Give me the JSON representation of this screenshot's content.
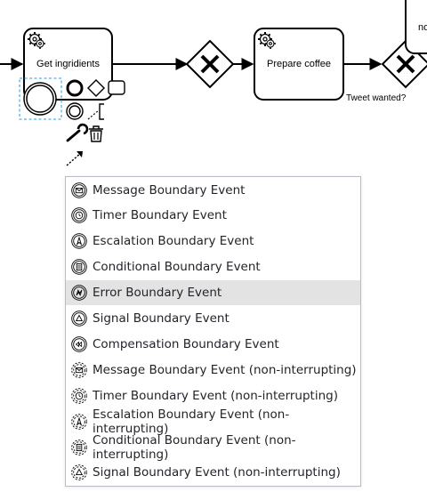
{
  "diagram": {
    "task_get_ingredients": "Get ingridients",
    "task_prepare_coffee": "Prepare coffee",
    "task_partial": "no",
    "flow_label_tweet": "Tweet wanted?"
  },
  "context_pad": {
    "tools": [
      "end-event-icon",
      "gateway-icon",
      "task-icon",
      "intermediate-event-icon",
      "text-annotation-icon",
      "wrench-icon",
      "trash-icon",
      "connect-icon"
    ]
  },
  "popup_menu": {
    "items": [
      {
        "label": "Message Boundary Event",
        "icon": "message-event-icon",
        "interrupting": true
      },
      {
        "label": "Timer Boundary Event",
        "icon": "timer-event-icon",
        "interrupting": true
      },
      {
        "label": "Escalation Boundary Event",
        "icon": "escalation-event-icon",
        "interrupting": true
      },
      {
        "label": "Conditional Boundary Event",
        "icon": "conditional-event-icon",
        "interrupting": true
      },
      {
        "label": "Error Boundary Event",
        "icon": "error-event-icon",
        "interrupting": true,
        "highlighted": true
      },
      {
        "label": "Signal Boundary Event",
        "icon": "signal-event-icon",
        "interrupting": true
      },
      {
        "label": "Compensation Boundary Event",
        "icon": "compensation-event-icon",
        "interrupting": true
      },
      {
        "label": "Message Boundary Event (non-interrupting)",
        "icon": "message-event-icon",
        "interrupting": false
      },
      {
        "label": "Timer Boundary Event (non-interrupting)",
        "icon": "timer-event-icon",
        "interrupting": false
      },
      {
        "label": "Escalation Boundary Event (non-interrupting)",
        "icon": "escalation-event-icon",
        "interrupting": false
      },
      {
        "label": "Conditional Boundary Event (non-interrupting)",
        "icon": "conditional-event-icon",
        "interrupting": false
      },
      {
        "label": "Signal Boundary Event (non-interrupting)",
        "icon": "signal-event-icon",
        "interrupting": false
      }
    ],
    "highlight_color": "#e3e3e3"
  },
  "colors": {
    "stroke": "#000000",
    "selection": "#52b0ec",
    "popup_border": "#b9bcc6"
  }
}
